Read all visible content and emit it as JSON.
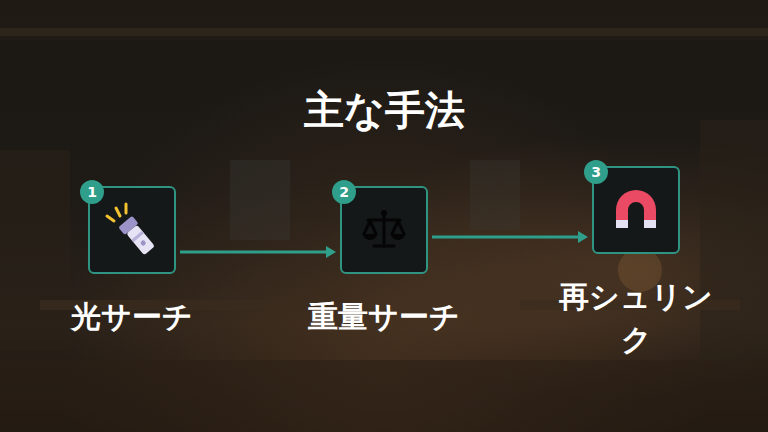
{
  "diagram": {
    "title": "主な手法",
    "nodes": [
      {
        "text": [
          "光サーチ"
        ]
      },
      {
        "text": [
          "重量サーチ"
        ]
      },
      {
        "text": [
          "再シュリンク"
        ]
      }
    ],
    "edges": [
      {
        "from": 0,
        "to": 1,
        "arrow": "to"
      },
      {
        "from": 1,
        "to": 2,
        "arrow": "to"
      }
    ],
    "labels": [
      "1",
      "2",
      "3"
    ]
  }
}
